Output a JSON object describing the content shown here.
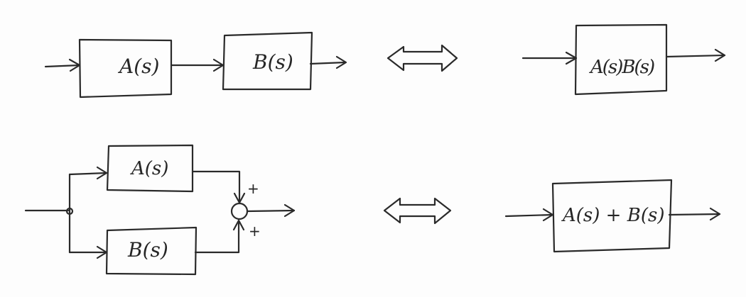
{
  "series_rule": {
    "block_a": "A(s)",
    "block_b": "B(s)",
    "block_result": "A(s)B(s)"
  },
  "parallel_rule": {
    "block_a": "A(s)",
    "block_b": "B(s)",
    "sum_sign_top": "+",
    "sum_sign_bottom": "+",
    "block_result": "A(s) + B(s)"
  },
  "icons": {
    "equivalence": "double-headed-arrow-icon",
    "signal": "arrow-icon",
    "summing_junction": "summing-junction-icon",
    "branch_point": "pickoff-point-icon"
  },
  "colors": {
    "ink": "#2a2a2a",
    "paper": "#fdfdfd"
  }
}
